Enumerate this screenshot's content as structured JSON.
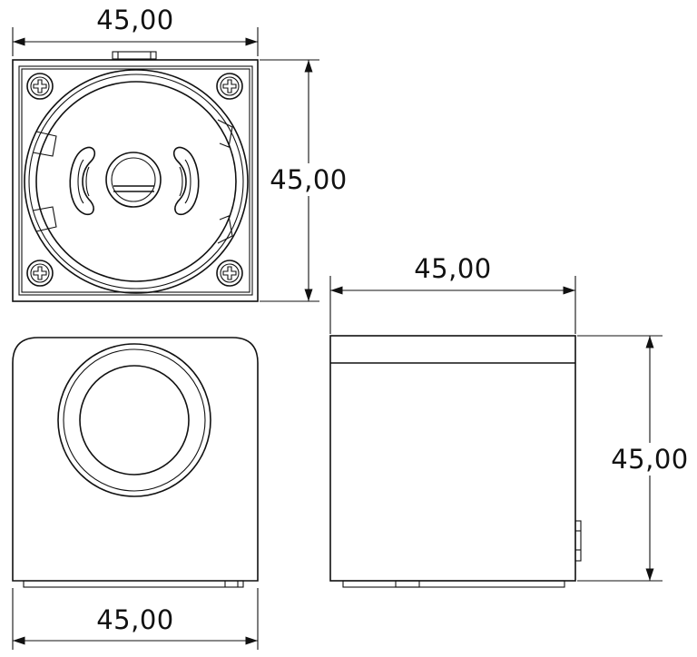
{
  "dimensions": {
    "top_view_width": "45,00",
    "top_view_height": "45,00",
    "side_view_width": "45,00",
    "side_view_height": "45,00",
    "front_view_width": "45,00"
  },
  "colors": {
    "line": "#111111",
    "background": "#ffffff"
  },
  "icons": {
    "screw": "screw-head-cross-icon"
  }
}
